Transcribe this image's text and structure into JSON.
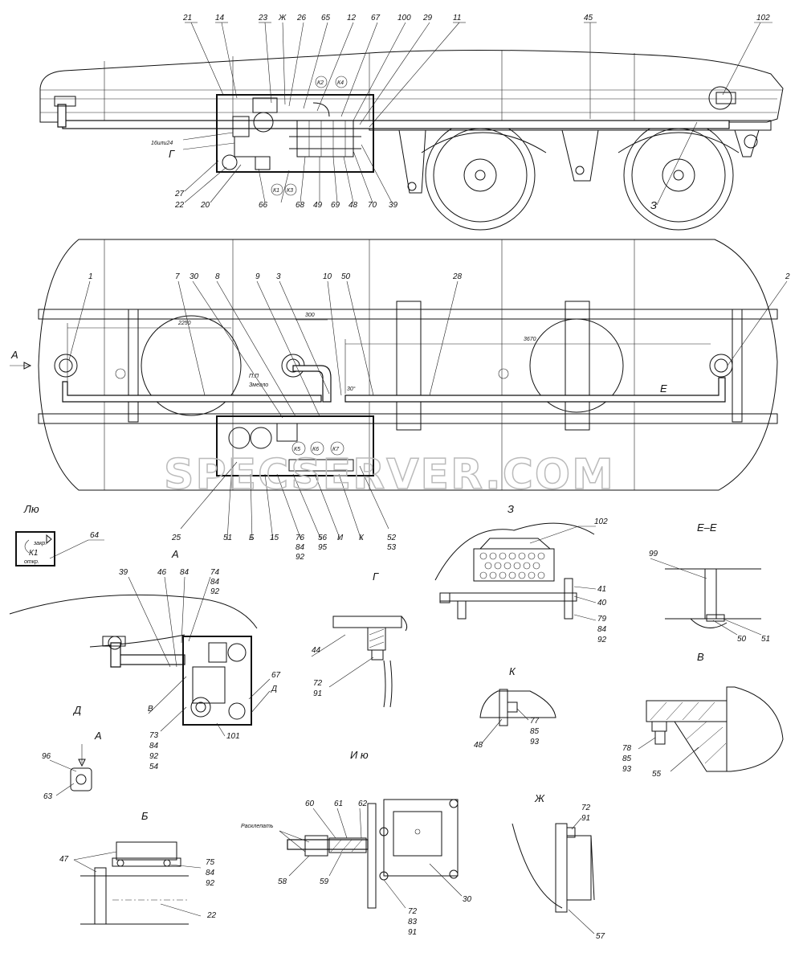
{
  "watermark": "SPECSERVER.COM",
  "side_view": {
    "callouts": [
      "21",
      "14",
      "23",
      "Ж",
      "26",
      "65",
      "12",
      "67",
      "100",
      "29",
      "11",
      "45",
      "102"
    ],
    "bottom_callouts": [
      "27",
      "22",
      "20",
      "66",
      "68",
      "49",
      "69",
      "48",
      "70",
      "39"
    ],
    "pipe_note": "16или24",
    "section_g": "Г",
    "section_3": "З",
    "k_markers": [
      "К2",
      "К4",
      "К1",
      "К3"
    ]
  },
  "plan_view": {
    "callouts_top": [
      "1",
      "7",
      "30",
      "8",
      "9",
      "3",
      "10",
      "50",
      "28",
      "2"
    ],
    "callouts_bottom": [
      "25",
      "51",
      "Б",
      "15",
      "76",
      "84",
      "92",
      "56",
      "95",
      "И",
      "К",
      "52",
      "53"
    ],
    "dimensions": [
      "2250",
      "300",
      "3670"
    ],
    "notes": [
      "П.П",
      "Змегло",
      "30°"
    ],
    "view_arrow": "А",
    "section_e": "Е",
    "k_markers": [
      "К5",
      "К6",
      "К7"
    ]
  },
  "detail_lyu": {
    "title": "Лю",
    "plate": {
      "top": "закр.",
      "mid": "К1",
      "bottom": "откр."
    },
    "callout": "64"
  },
  "view_a": {
    "title": "А",
    "callouts": [
      "39",
      "46",
      "84",
      "74",
      "84",
      "92",
      "67",
      "Д",
      "В",
      "101"
    ],
    "stack": [
      "73",
      "84",
      "92",
      "54"
    ]
  },
  "detail_g": {
    "title": "Г",
    "callouts": [
      "44"
    ],
    "stack": [
      "72",
      "91"
    ]
  },
  "detail_3": {
    "title": "З",
    "callouts": [
      "102",
      "41",
      "40"
    ],
    "stack": [
      "79",
      "84",
      "92"
    ]
  },
  "detail_ee": {
    "title": "Е–Е",
    "callouts": [
      "99",
      "50",
      "51"
    ]
  },
  "detail_d": {
    "title": "Д",
    "arrow": "А",
    "callouts": [
      "96",
      "63"
    ]
  },
  "detail_k": {
    "title": "К",
    "callouts": [
      "48"
    ],
    "stack": [
      "77",
      "85",
      "93"
    ]
  },
  "detail_v": {
    "title": "В",
    "callouts": [
      "55"
    ],
    "stack": [
      "78",
      "85",
      "93"
    ]
  },
  "detail_iu": {
    "title": "И ю",
    "callouts": [
      "60",
      "61",
      "62",
      "58",
      "59",
      "30"
    ],
    "stack": [
      "72",
      "83",
      "91"
    ],
    "note": "Расклепать"
  },
  "detail_b": {
    "title": "Б",
    "callouts": [
      "47",
      "22"
    ],
    "stack": [
      "75",
      "84",
      "92"
    ]
  },
  "detail_zh": {
    "title": "Ж",
    "callouts": [
      "57"
    ],
    "stack": [
      "72",
      "91"
    ]
  }
}
